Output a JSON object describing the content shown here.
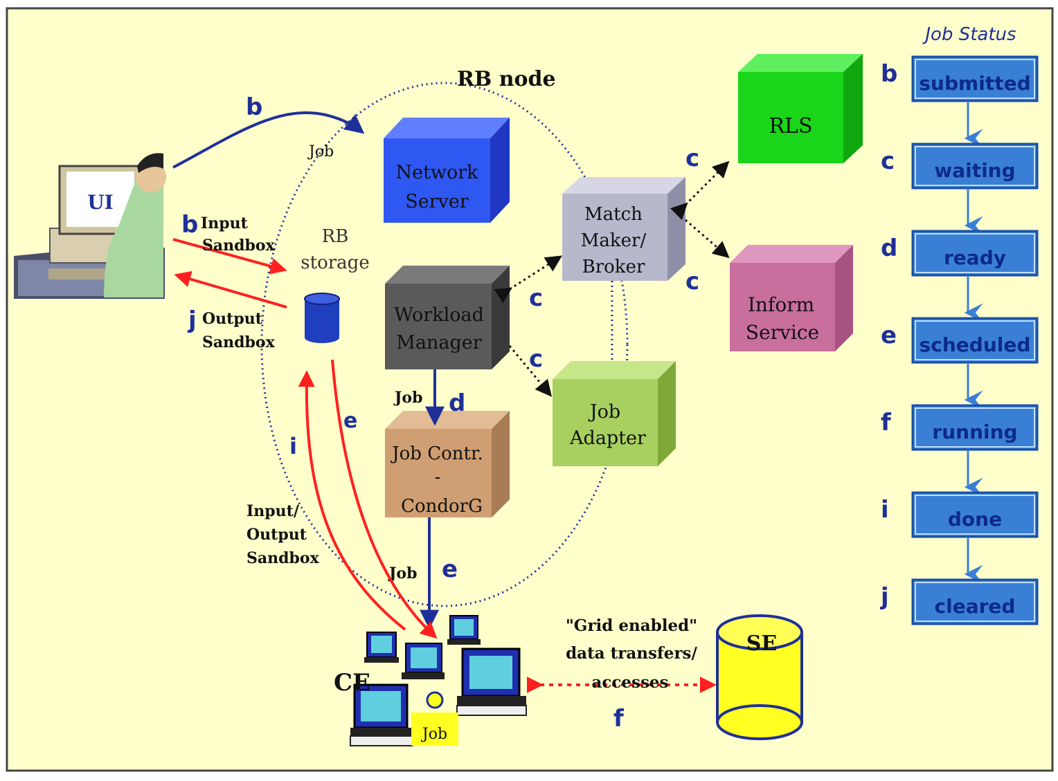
{
  "rb_node_label": "RB node",
  "ui_label": "UI",
  "rb_storage_label": [
    "RB",
    "storage"
  ],
  "components": {
    "network_server": [
      "Network",
      "Server"
    ],
    "match_maker": [
      "Match",
      "Maker/",
      "Broker"
    ],
    "workload_manager": [
      "Workload",
      "Manager"
    ],
    "job_controller": [
      "Job Contr.",
      "-",
      "CondorG"
    ],
    "job_adapter": [
      "Job",
      "Adapter"
    ],
    "rls": "RLS",
    "inform_service": [
      "Inform",
      "Service"
    ],
    "ce": "CE",
    "se": "SE"
  },
  "flow_labels": {
    "job_top": "Job",
    "job_wm": "Job",
    "job_ce": "Job",
    "job_badge": "Job",
    "input_sandbox": [
      "Input",
      "Sandbox"
    ],
    "output_sandbox": [
      "Output",
      "Sandbox"
    ],
    "io_sandbox": [
      "Input/",
      "Output",
      "Sandbox"
    ],
    "grid_transfer": [
      "\"Grid enabled\"",
      "data transfers/",
      "accesses"
    ]
  },
  "step_letters": {
    "b_top": "b",
    "b_input": "b",
    "j_output": "j",
    "c_rls": "c",
    "c_inform": "c",
    "c_wm": "c",
    "c_adapter": "c",
    "d_job": "d",
    "e_storage": "e",
    "e_ce": "e",
    "i_sandbox": "i",
    "f_transfer": "f"
  },
  "job_status": {
    "title": "Job Status",
    "steps": [
      {
        "letter": "b",
        "state": "submitted"
      },
      {
        "letter": "c",
        "state": "waiting"
      },
      {
        "letter": "d",
        "state": "ready"
      },
      {
        "letter": "e",
        "state": "scheduled"
      },
      {
        "letter": "f",
        "state": "running"
      },
      {
        "letter": "i",
        "state": "done"
      },
      {
        "letter": "j",
        "state": "cleared"
      }
    ]
  },
  "colors": {
    "background": "#ffffcc",
    "flow_blue": "#1f2f9a",
    "sandbox_red": "#ff2020",
    "status_box": "#3a7fd6",
    "network_server": "#2f57f2",
    "match_maker": "#b8b8cc",
    "workload_manager": "#5a5a5a",
    "job_controller": "#cf9e72",
    "job_adapter": "#a8d060",
    "rls": "#1ad51a",
    "inform_service": "#c86f9e",
    "se": "#ffff22"
  }
}
